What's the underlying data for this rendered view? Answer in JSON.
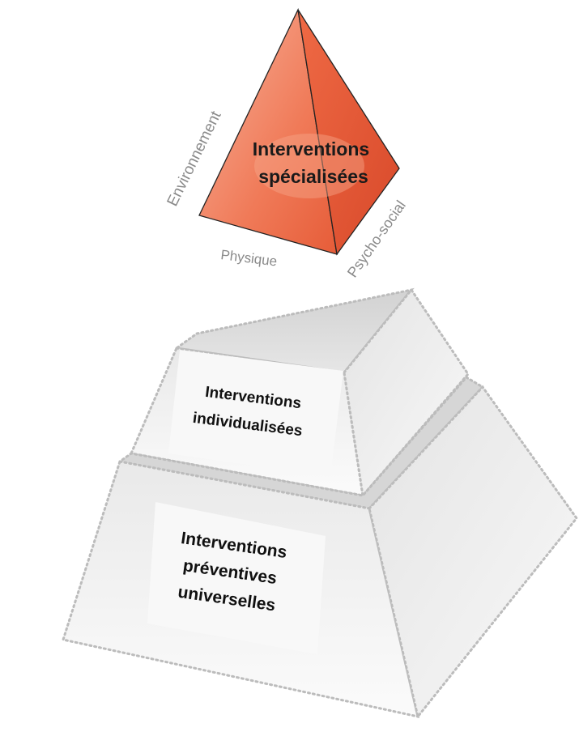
{
  "top_pyramid": {
    "title_line1": "Interventions",
    "title_line2": "spécialisées",
    "axis_left": "Environnement",
    "axis_bottom": "Physique",
    "axis_right": "Psycho-social",
    "fill_color": "#f36a47",
    "fill_light": "#f79a7c",
    "fill_dark": "#d9502e"
  },
  "middle_tier": {
    "label_line1": "Interventions",
    "label_line2": "individualisées"
  },
  "bottom_tier": {
    "label_line1": "Interventions",
    "label_line2": "préventives",
    "label_line3": "universelles"
  },
  "colors": {
    "tier_face": "#f2f2f2",
    "tier_shadow": "#dcdcdc",
    "tier_edge": "#bdbdbd",
    "label_box": "#f7f7f7"
  }
}
